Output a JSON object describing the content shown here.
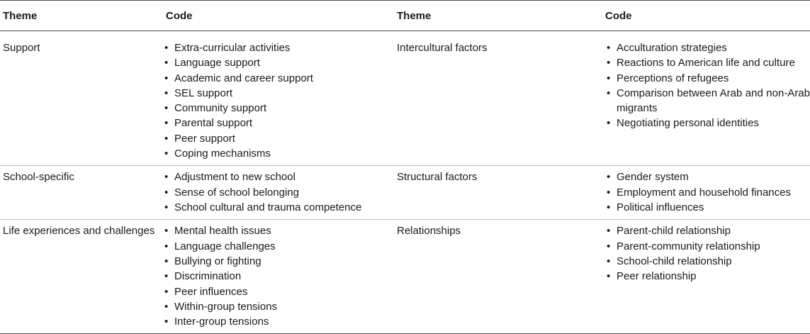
{
  "headers": [
    "Theme",
    "Code",
    "Theme",
    "Code"
  ],
  "rows": [
    {
      "theme1": "Support",
      "codes1": [
        "Extra-curricular activities",
        "Language support",
        "Academic and career support",
        "SEL support",
        "Community support",
        "Parental support",
        "Peer support",
        "Coping mechanisms"
      ],
      "theme2": "Intercultural factors",
      "codes2": [
        "Acculturation strategies",
        "Reactions to American life and culture",
        "Perceptions of refugees",
        "Comparison between Arab and non-Arab migrants",
        "Negotiating personal identities"
      ]
    },
    {
      "theme1": "School-specific",
      "codes1": [
        "Adjustment to new school",
        "Sense of school belonging",
        "School cultural and trauma competence"
      ],
      "theme2": "Structural factors",
      "codes2": [
        "Gender system",
        "Employment and household finances",
        "Political influences"
      ]
    },
    {
      "theme1": "Life experiences and challenges",
      "codes1": [
        "Mental health issues",
        "Language challenges",
        "Bullying or fighting",
        "Discrimination",
        "Peer influences",
        "Within-group tensions",
        "Inter-group tensions"
      ],
      "theme2": "Relationships",
      "codes2": [
        "Parent-child relationship",
        "Parent-community relationship",
        "School-child relationship",
        "Peer relationship"
      ]
    }
  ],
  "bullet_glyph": "•"
}
